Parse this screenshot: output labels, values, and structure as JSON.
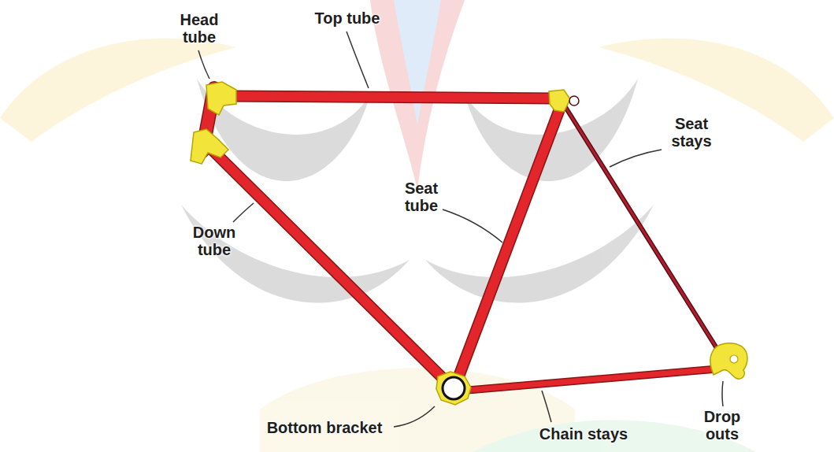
{
  "diagram": {
    "labels": [
      "Head tube",
      "Top tube",
      "Seat stays",
      "Seat tube",
      "Down tube",
      "Bottom bracket",
      "Chain stays",
      "Drop outs"
    ]
  }
}
